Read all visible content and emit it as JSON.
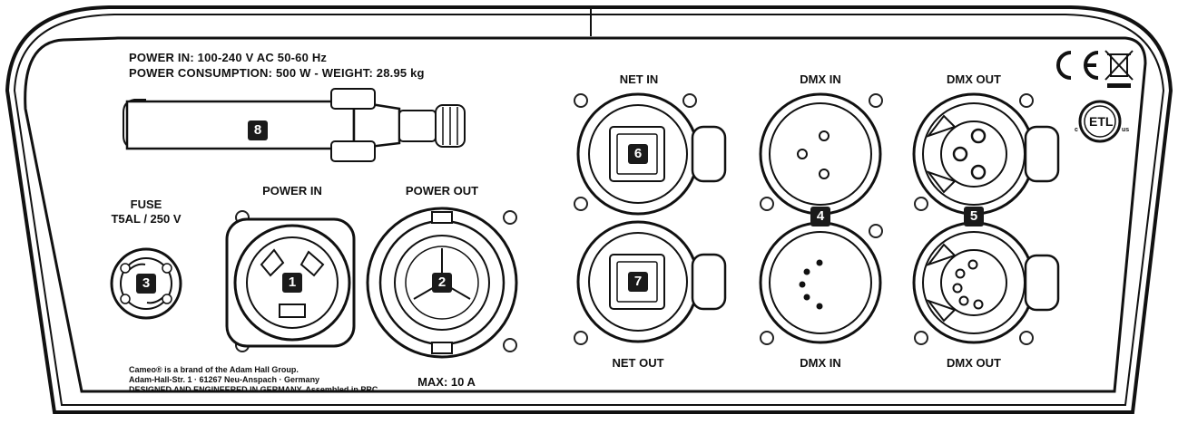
{
  "header": {
    "power_in": "POWER IN: 100-240 V AC 50-60 Hz",
    "power_consumption": "POWER CONSUMPTION: 500 W - WEIGHT: 28.95 kg"
  },
  "labels": {
    "fuse_line1": "FUSE",
    "fuse_line2": "T5AL / 250 V",
    "power_in": "POWER IN",
    "power_out": "POWER OUT",
    "max": "MAX: 10 A",
    "net_in": "NET IN",
    "net_out": "NET OUT",
    "dmx_in_top": "DMX IN",
    "dmx_in_bottom": "DMX IN",
    "dmx_out_top": "DMX OUT",
    "dmx_out_bottom": "DMX OUT"
  },
  "footer": {
    "line1": "Cameo® is a brand of the Adam Hall Group.",
    "line2": "Adam-Hall-Str. 1 · 61267 Neu-Anspach · Germany",
    "line3": "DESIGNED AND ENGINEERED IN GERMANY. Assembled in PRC"
  },
  "badges": {
    "b1": "1",
    "b2": "2",
    "b3": "3",
    "b4": "4",
    "b5": "5",
    "b6": "6",
    "b7": "7",
    "b8": "8"
  },
  "marks": {
    "ce": "CE",
    "etl": "ETL",
    "etl_c": "c",
    "etl_us": "us"
  },
  "icons": [
    "ce-mark-icon",
    "weee-bin-icon",
    "etl-mark-icon"
  ]
}
